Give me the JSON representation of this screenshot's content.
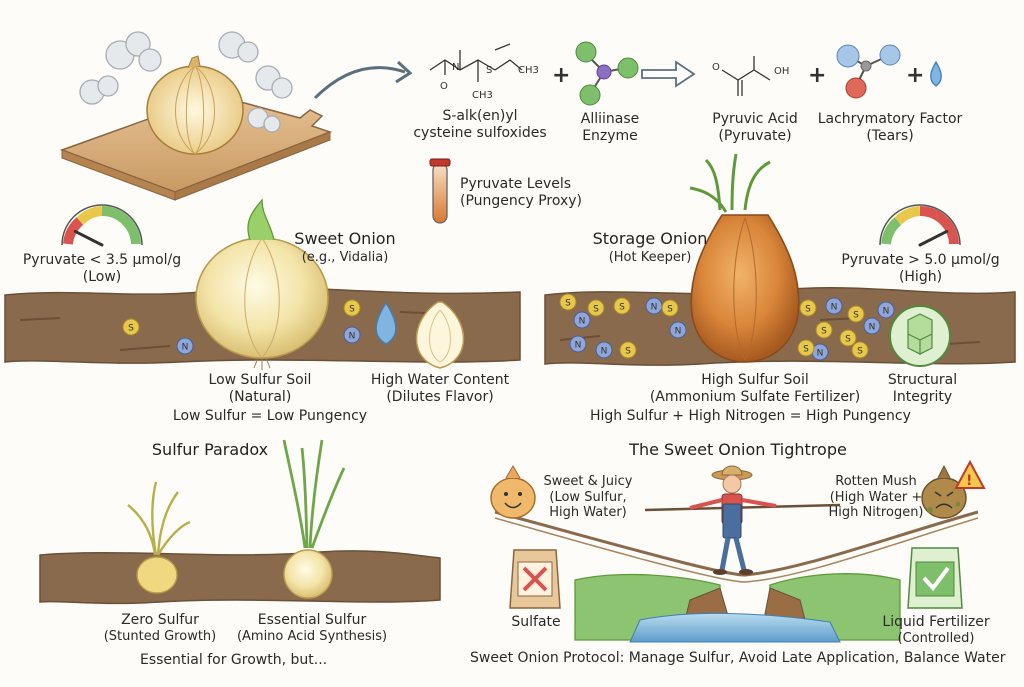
{
  "reaction": {
    "precursor": {
      "line1": "S-alk(en)yl",
      "line2": "cysteine sulfoxides"
    },
    "enzyme": {
      "line1": "Alliinase",
      "line2": "Enzyme"
    },
    "pyruvic": {
      "line1": "Pyruvic Acid",
      "line2": "(Pyruvate)"
    },
    "lachrymatory": {
      "line1": "Lachrymatory Factor",
      "line2": "(Tears)"
    },
    "plus": "+",
    "molecule_labels": {
      "ch3_a": "CH3",
      "ch3_b": "CH3",
      "n": "N",
      "s": "S",
      "o": "O",
      "oh": "OH",
      "o_minus": "O"
    }
  },
  "pyruvate_note": {
    "line1": "Pyruvate Levels",
    "line2": "(Pungency Proxy)"
  },
  "sweet": {
    "title": "Sweet Onion",
    "subtitle": "(e.g., Vidalia)",
    "gauge_line1": "Pyruvate < 3.5 µmol/g",
    "gauge_line2": "(Low)",
    "gauge_level": 0.15,
    "soil_line1": "Low Sulfur Soil",
    "soil_line2": "(Natural)",
    "water_line1": "High Water Content",
    "water_line2": "(Dilutes Flavor)",
    "summary": "Low Sulfur = Low Pungency"
  },
  "storage": {
    "title": "Storage Onion",
    "subtitle": "(Hot Keeper)",
    "gauge_line1": "Pyruvate > 5.0 µmol/g",
    "gauge_line2": "(High)",
    "gauge_level": 0.85,
    "soil_line1": "High Sulfur Soil",
    "soil_line2": "(Ammonium Sulfate Fertilizer)",
    "structure_line1": "Structural",
    "structure_line2": "Integrity",
    "summary": "High Sulfur + High Nitrogen = High Pungency"
  },
  "paradox": {
    "title": "Sulfur Paradox",
    "zero_line1": "Zero Sulfur",
    "zero_line2": "(Stunted Growth)",
    "essential_line1": "Essential Sulfur",
    "essential_line2": "(Amino Acid Synthesis)",
    "caption": "Essential for Growth, but..."
  },
  "tightrope": {
    "title": "The Sweet Onion Tightrope",
    "sweet_line1": "Sweet & Juicy",
    "sweet_line2": "(Low Sulfur,",
    "sweet_line3": "High Water)",
    "rotten_line1": "Rotten Mush",
    "rotten_line2": "(High Water +",
    "rotten_line3": "High Nitrogen)",
    "sulfate": "Sulfate",
    "liquid_line1": "Liquid Fertilizer",
    "liquid_line2": "(Controlled)",
    "protocol": "Sweet Onion Protocol: Manage Sulfur, Avoid Late Application, Balance Water"
  },
  "soil_markers": {
    "sulfur": "S",
    "nitrogen": "N"
  },
  "colors": {
    "soil": "#8a6a4c",
    "soil_dark": "#6b4f37",
    "sulfur_token": "#e8c84a",
    "nitrogen_token": "#8fa6d8",
    "sweet_onion": "#f3e4a8",
    "storage_onion": "#d98a3a",
    "water": "#7fb5e0",
    "leaf": "#6fa64a"
  }
}
